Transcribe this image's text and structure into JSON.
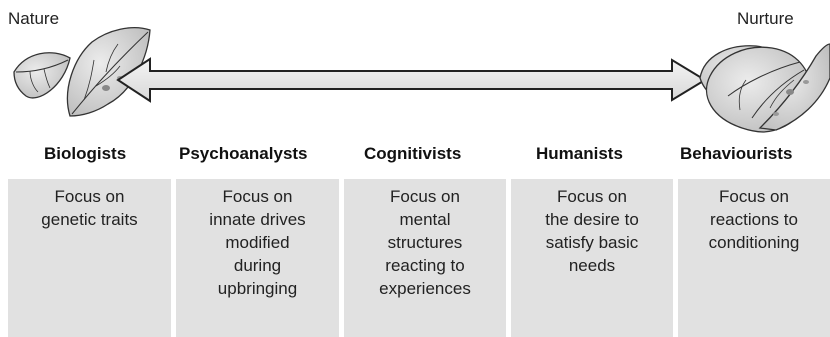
{
  "spectrum": {
    "left_label": "Nature",
    "right_label": "Nurture"
  },
  "icons": {
    "left": "leaf-icon",
    "right": "curled-leaf-icon",
    "arrow": "double-arrow-icon"
  },
  "colors": {
    "box_fill": "#e1e1e1",
    "arrow_fill": "#e8e8e8",
    "leaf_fill": "#d4d4d4"
  },
  "columns": [
    {
      "heading": "Biologists",
      "lines": [
        "Focus on",
        "genetic traits"
      ]
    },
    {
      "heading": "Psychoanalysts",
      "lines": [
        "Focus on",
        "innate drives",
        "modified",
        "during",
        "upbringing"
      ]
    },
    {
      "heading": "Cognitivists",
      "lines": [
        "Focus on",
        "mental",
        "structures",
        "reacting to",
        "experiences"
      ]
    },
    {
      "heading": "Humanists",
      "lines": [
        "Focus on",
        "the desire to",
        "satisfy basic",
        "needs"
      ]
    },
    {
      "heading": "Behaviourists",
      "lines": [
        "Focus on",
        "reactions to",
        "conditioning"
      ]
    }
  ]
}
